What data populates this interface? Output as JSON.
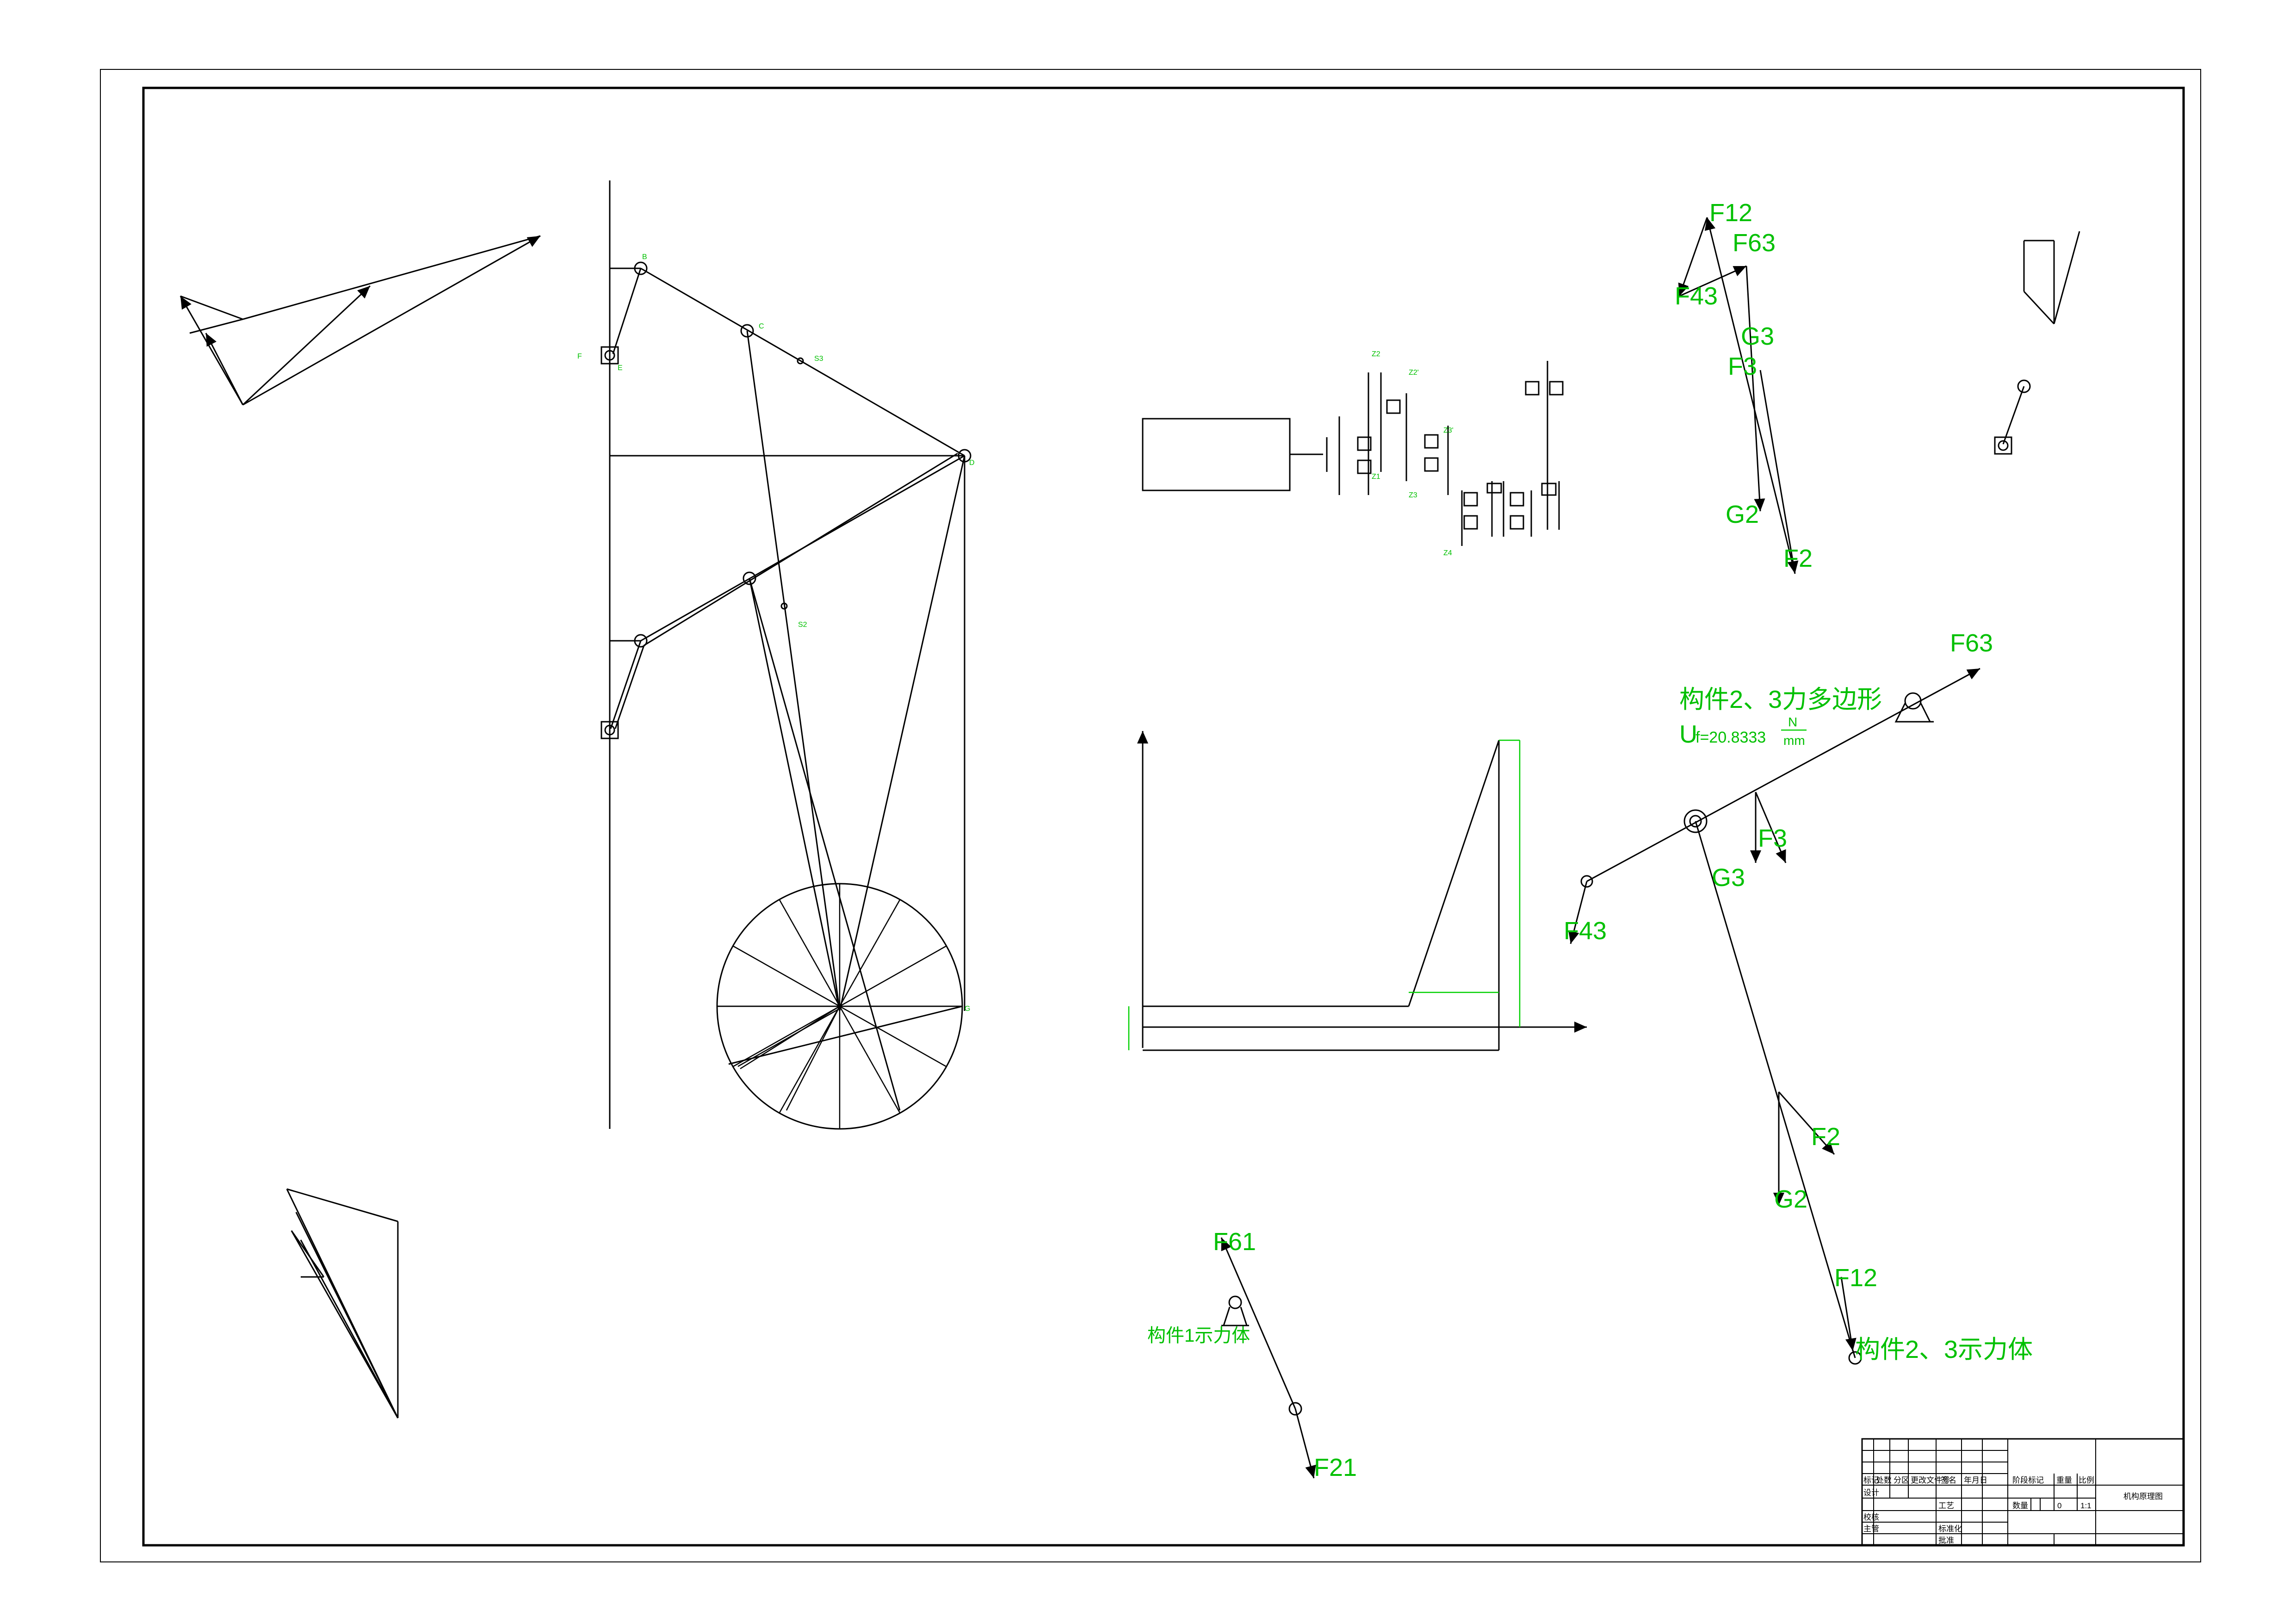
{
  "drawing": {
    "polygon_labels": {
      "F12": "F12",
      "F63": "F63",
      "F43": "F43",
      "G3": "G3",
      "F3": "F3",
      "G2": "G2",
      "F2": "F2"
    },
    "free_body_23": {
      "title": "构件2、3力多边形",
      "scale_u": "U",
      "scale_sub": "f=20.8333",
      "scale_unit_top": "N",
      "scale_unit_bottom": "mm",
      "F63": "F63",
      "F3": "F3",
      "G3": "G3",
      "F43": "F43",
      "F2": "F2",
      "G2": "G2",
      "F12": "F12",
      "caption": "构件2、3示力体"
    },
    "free_body_1": {
      "F61": "F61",
      "F21": "F21",
      "caption": "构件1示力体"
    },
    "mechanism_labels": {
      "B": "B",
      "C": "C",
      "D": "D",
      "E": "E",
      "F": "F",
      "S3": "S3",
      "S2": "S2",
      "G": "G"
    },
    "gear_labels": {
      "z2": "Z2",
      "z1": "Z1",
      "z2p": "Z2'",
      "z3": "Z3",
      "z3p": "Z3'",
      "z4": "Z4"
    }
  },
  "title_block": {
    "row_labels": [
      "标记",
      "处数",
      "分区",
      "更改文件号",
      "签名",
      "年月日"
    ],
    "design": "设计",
    "check": "校核",
    "approve": "主管",
    "process": "工艺",
    "standard": "标准化",
    "approve2": "批准",
    "stage": "阶段标记",
    "weight": "重量",
    "scale": "比例",
    "qty": "数量",
    "qty_value": "0",
    "scale_value": "1:1",
    "drawing_name": "机构原理图"
  }
}
